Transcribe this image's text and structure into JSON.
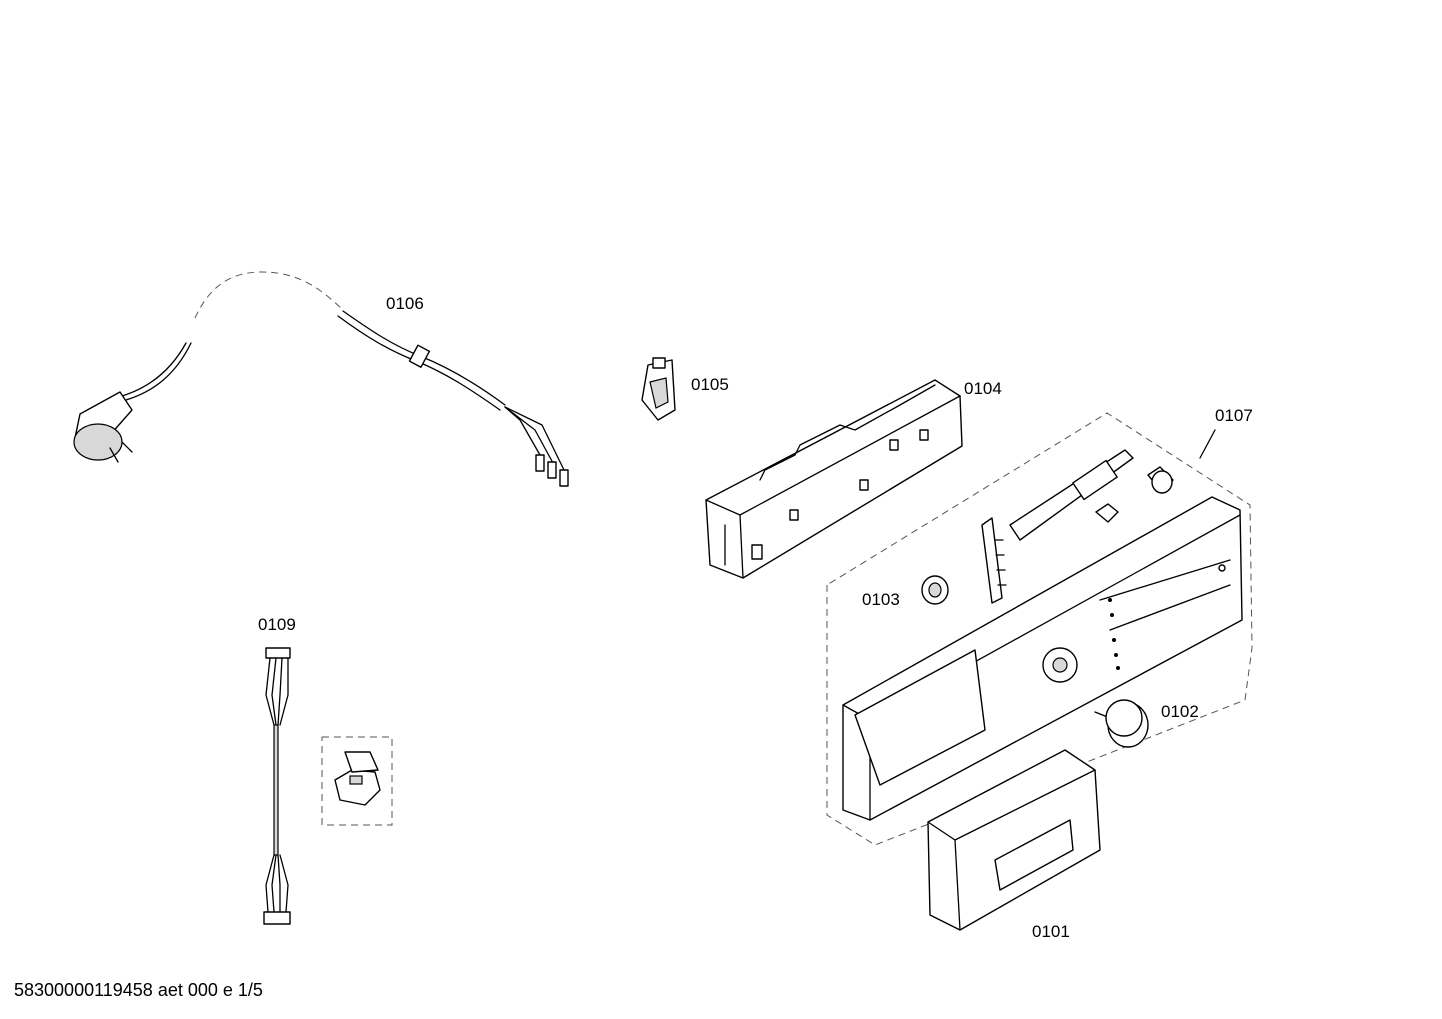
{
  "parts": [
    {
      "id": "cable",
      "label": "0106"
    },
    {
      "id": "clip",
      "label": "0105"
    },
    {
      "id": "housing",
      "label": "0104"
    },
    {
      "id": "panel-group",
      "label": "0107"
    },
    {
      "id": "holder",
      "label": "0103"
    },
    {
      "id": "knob",
      "label": "0102"
    },
    {
      "id": "drawer-handle",
      "label": "0101"
    },
    {
      "id": "harness",
      "label": "0109"
    }
  ],
  "footer": {
    "document_code": "58300000119458 aet 000 e 1/5"
  }
}
